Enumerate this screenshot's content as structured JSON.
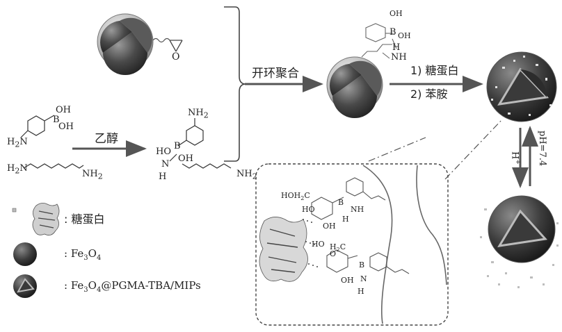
{
  "labels": {
    "ring_opening_polymerization": "开环聚合",
    "step1": "1) 糖蛋白",
    "step2": "2) 苯胺",
    "ethanol": "乙醇",
    "ph": "pH=7.4",
    "acid": "H",
    "acid_sup": "+"
  },
  "legend": {
    "glycoprotein": ": 糖蛋白",
    "fe3o4_prefix": ": Fe",
    "fe3o4_sub1": "3",
    "fe3o4_mid": "O",
    "fe3o4_sub2": "4",
    "mips_prefix": ": Fe",
    "mips_sub1": "3",
    "mips_mid": "O",
    "mips_sub2": "4",
    "mips_suffix": "@PGMA-TBA/MIPs"
  },
  "chem": {
    "epoxide_o": "O",
    "pba_nh2_main": "H",
    "pba_nh2_sub": "2",
    "pba_nh2_n": "N",
    "pba_oh1": "OH",
    "pba_b": "B",
    "pba_oh2": "OH",
    "hexane_h2n": "H",
    "hexane_h2n_sub": "2",
    "hexane_h2n_n": "N",
    "hexane_nh2": "NH",
    "hexane_nh2_sub": "2",
    "prod_nh2": "NH",
    "prod_nh2_sub": "2",
    "prod_ho": "HO",
    "prod_b": "B",
    "prod_oh": "OH",
    "prod_n": "N",
    "prod_h": "H",
    "prod_tail_nh2": "NH",
    "prod_tail_nh2_sub": "2",
    "surf_oh1": "OH",
    "surf_b": "B",
    "surf_oh2": "OH",
    "surf_h": "H",
    "surf_nh": "NH",
    "inset_hoh2c": "HOH",
    "inset_hoh2c_sub": "2",
    "inset_hoh2c_c": "C",
    "inset_b1": "B",
    "inset_nh1": "NH",
    "inset_h1": "H",
    "inset_ho1": "HO",
    "inset_oh1": "OH",
    "inset_ho2": "HO",
    "inset_h2c": "H",
    "inset_h2c_sub": "2",
    "inset_h2c_c": "C",
    "inset_b2": "B",
    "inset_oh2": "OH",
    "inset_n2": "N",
    "inset_h2": "H",
    "inset_o": "O"
  }
}
